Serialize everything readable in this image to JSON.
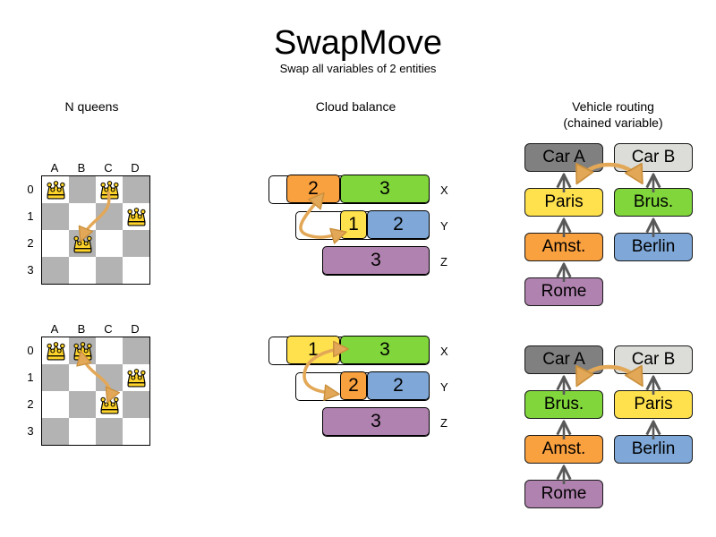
{
  "header": {
    "title": "SwapMove",
    "subtitle": "Swap all variables of 2 entities"
  },
  "columns": {
    "nqueens": "N queens",
    "cloud": "Cloud balance",
    "vrp_line1": "Vehicle routing",
    "vrp_line2": "(chained variable)"
  },
  "colors": {
    "orange": "#f9a03f",
    "green": "#80d63b",
    "yellow": "#ffe14d",
    "blue": "#7fa8d8",
    "purple": "#b082af",
    "car_a_gray": "#808080",
    "car_b_gray": "#dcdcd8",
    "board_dark": "#b3b3b3",
    "board_light": "#ffffff",
    "arrow": "#e3a857",
    "queen": "#ffd42a"
  },
  "nqueens": {
    "files": [
      "A",
      "B",
      "C",
      "D"
    ],
    "ranks": [
      "0",
      "1",
      "2",
      "3"
    ],
    "before": {
      "queens": [
        {
          "file": 0,
          "rank": 0
        },
        {
          "file": 2,
          "rank": 0
        },
        {
          "file": 3,
          "rank": 1
        },
        {
          "file": 1,
          "rank": 2
        }
      ],
      "swap": {
        "from": {
          "file": 2,
          "rank": 0
        },
        "to": {
          "file": 1,
          "rank": 2
        }
      }
    },
    "after": {
      "queens": [
        {
          "file": 0,
          "rank": 0
        },
        {
          "file": 1,
          "rank": 0
        },
        {
          "file": 3,
          "rank": 1
        },
        {
          "file": 2,
          "rank": 2
        }
      ],
      "swap": {
        "from": {
          "file": 1,
          "rank": 0
        },
        "to": {
          "file": 2,
          "rank": 2
        }
      }
    }
  },
  "cloud": {
    "before": {
      "rows": [
        {
          "label": "X",
          "segments": [
            {
              "value": "2",
              "color": "#f9a03f"
            },
            {
              "value": "3",
              "color": "#80d63b"
            }
          ]
        },
        {
          "label": "Y",
          "segments": [
            {
              "value": "1",
              "color": "#ffe14d"
            },
            {
              "value": "2",
              "color": "#7fa8d8"
            }
          ]
        },
        {
          "label": "Z",
          "segments": [
            {
              "value": "3",
              "color": "#b082af"
            }
          ]
        }
      ]
    },
    "after": {
      "rows": [
        {
          "label": "X",
          "segments": [
            {
              "value": "1",
              "color": "#ffe14d"
            },
            {
              "value": "3",
              "color": "#80d63b"
            }
          ]
        },
        {
          "label": "Y",
          "segments": [
            {
              "value": "2",
              "color": "#f9a03f"
            },
            {
              "value": "2",
              "color": "#7fa8d8"
            }
          ]
        },
        {
          "label": "Z",
          "segments": [
            {
              "value": "3",
              "color": "#b082af"
            }
          ]
        }
      ]
    }
  },
  "vrp": {
    "before": {
      "left_chain": [
        {
          "label": "Car A",
          "color": "#808080"
        },
        {
          "label": "Paris",
          "color": "#ffe14d"
        },
        {
          "label": "Amst.",
          "color": "#f9a03f"
        },
        {
          "label": "Rome",
          "color": "#b082af"
        }
      ],
      "right_chain": [
        {
          "label": "Car B",
          "color": "#dcdcd8"
        },
        {
          "label": "Brus.",
          "color": "#80d63b"
        },
        {
          "label": "Berlin",
          "color": "#7fa8d8"
        }
      ]
    },
    "after": {
      "left_chain": [
        {
          "label": "Car A",
          "color": "#808080"
        },
        {
          "label": "Brus.",
          "color": "#80d63b"
        },
        {
          "label": "Amst.",
          "color": "#f9a03f"
        },
        {
          "label": "Rome",
          "color": "#b082af"
        }
      ],
      "right_chain": [
        {
          "label": "Car B",
          "color": "#dcdcd8"
        },
        {
          "label": "Paris",
          "color": "#ffe14d"
        },
        {
          "label": "Berlin",
          "color": "#7fa8d8"
        }
      ]
    }
  }
}
